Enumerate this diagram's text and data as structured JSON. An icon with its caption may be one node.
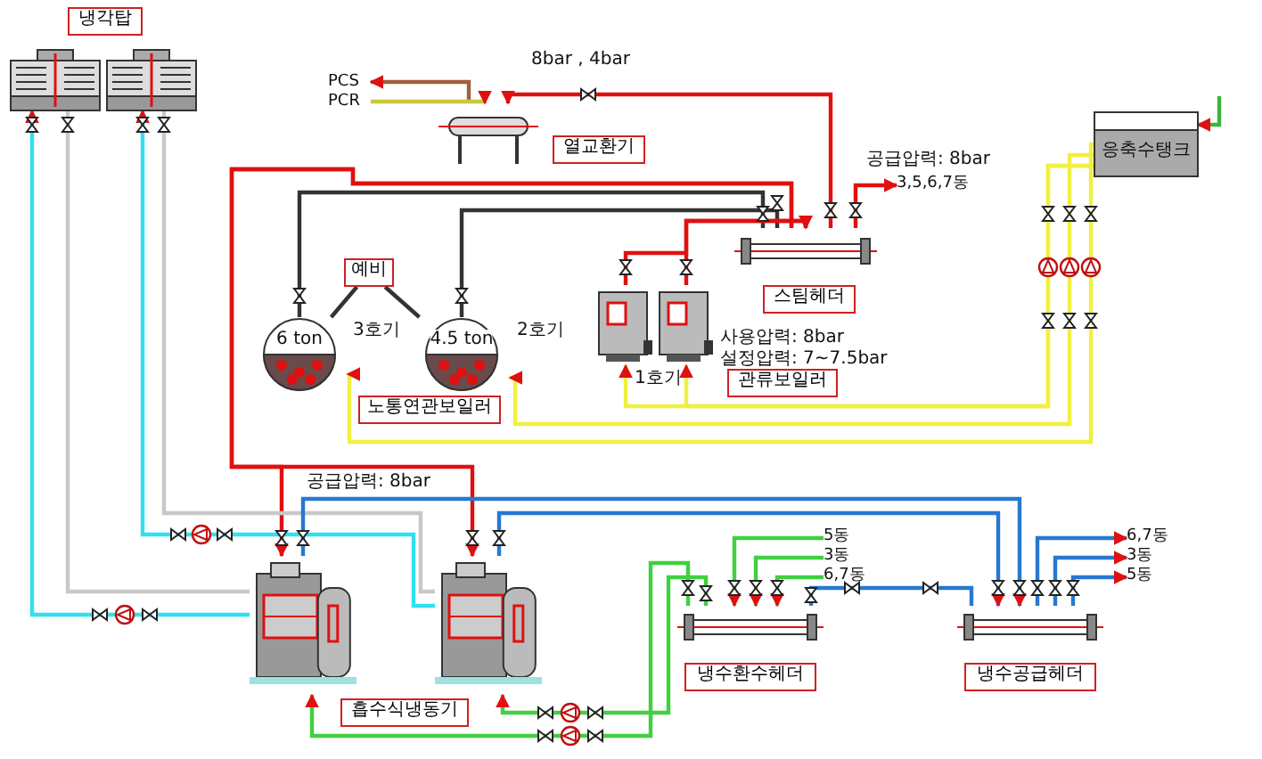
{
  "diagram": {
    "nodes": [
      {
        "text": [
          "냉각탑"
        ]
      },
      {
        "text": [],
        "shape": "picture"
      },
      {
        "text": [],
        "shape": "picture"
      },
      {
        "text": [
          "PCS"
        ]
      },
      {
        "text": [
          "PCR"
        ]
      },
      {
        "text": [],
        "shape": "picture"
      },
      {
        "text": [
          "열교환기"
        ]
      },
      {
        "text": [],
        "shape": "picture"
      },
      {
        "text": [
          "스팀헤더"
        ]
      },
      {
        "text": [
          "3,5,6,7동"
        ]
      },
      {
        "text": [
          "응축수탱크"
        ]
      },
      {
        "text": [
          "예비"
        ]
      },
      {
        "text": [
          "6 ton"
        ],
        "beside": [
          "3호기"
        ]
      },
      {
        "text": [
          "4.5 ton"
        ],
        "beside": [
          "2호기"
        ]
      },
      {
        "text": [
          "노통연관보일러"
        ]
      },
      {
        "text": [],
        "shape": "picture",
        "beside": [
          "1호기"
        ]
      },
      {
        "text": [],
        "shape": "picture"
      },
      {
        "text": [
          "관류보일러"
        ]
      },
      {
        "text": [],
        "shape": "picture"
      },
      {
        "text": [],
        "shape": "picture"
      },
      {
        "text": [
          "흡수식냉동기"
        ]
      },
      {
        "text": [],
        "shape": "picture"
      },
      {
        "text": [
          "냉수환수헤더"
        ]
      },
      {
        "text": [],
        "shape": "picture"
      },
      {
        "text": [
          "냉수공급헤더"
        ]
      },
      {
        "text": [
          "5동"
        ]
      },
      {
        "text": [
          "3동"
        ]
      },
      {
        "text": [
          "6,7동"
        ]
      },
      {
        "text": [
          "6,7동"
        ]
      },
      {
        "text": [
          "3동"
        ]
      },
      {
        "text": [
          "5동"
        ]
      }
    ],
    "edges": [
      {
        "from": 5,
        "to": 3,
        "arrow": "to",
        "color": "#a0603c"
      },
      {
        "from": 4,
        "to": 5,
        "arrow": "to",
        "color": "#c8c83c"
      },
      {
        "from": 7,
        "to": 5,
        "arrow": "to"
      },
      {
        "from": 7,
        "to": 9,
        "arrow": "to"
      },
      {
        "from": 12,
        "to": 7,
        "arrow": "none",
        "color": "#333333"
      },
      {
        "from": 13,
        "to": 7,
        "arrow": "none",
        "color": "#333333"
      },
      {
        "from": 7,
        "to": 18,
        "arrow": "to"
      },
      {
        "from": 7,
        "to": 19,
        "arrow": "to"
      },
      {
        "from": 15,
        "to": 7,
        "arrow": "to"
      },
      {
        "from": 16,
        "to": 7,
        "arrow": "to"
      },
      {
        "from": 11,
        "to": 12,
        "arrow": "none",
        "color": "#333333"
      },
      {
        "from": 11,
        "to": 13,
        "arrow": "none",
        "color": "#333333"
      },
      {
        "from": 10,
        "to": 12,
        "arrow": "to",
        "color": "#f0f040"
      },
      {
        "from": 10,
        "to": 13,
        "arrow": "to",
        "color": "#f0f040"
      },
      {
        "from": 10,
        "to": 15,
        "arrow": "to",
        "color": "#f0f040"
      },
      {
        "from": 10,
        "to": 16,
        "arrow": "to",
        "color": "#f0f040"
      },
      {
        "from": null,
        "to": 10,
        "arrow": "to",
        "color": "#3cb43c"
      },
      {
        "from": 18,
        "to": 1,
        "arrow": "to",
        "color": "#30e0f0"
      },
      {
        "from": 19,
        "to": 2,
        "arrow": "to",
        "color": "#30e0f0"
      },
      {
        "from": 1,
        "to": 18,
        "arrow": "none",
        "color": "#c8c8c8"
      },
      {
        "from": 2,
        "to": 19,
        "arrow": "none",
        "color": "#c8c8c8"
      },
      {
        "from": 18,
        "to": 23,
        "arrow": "to",
        "color": "#2878d0"
      },
      {
        "from": 19,
        "to": 23,
        "arrow": "to",
        "color": "#2878d0"
      },
      {
        "from": 23,
        "to": 28,
        "arrow": "to",
        "color": "#2878d0"
      },
      {
        "from": 23,
        "to": 29,
        "arrow": "to",
        "color": "#2878d0"
      },
      {
        "from": 23,
        "to": 30,
        "arrow": "to",
        "color": "#2878d0"
      },
      {
        "from": 25,
        "to": 21,
        "arrow": "to",
        "color": "#40d040"
      },
      {
        "from": 26,
        "to": 21,
        "arrow": "to",
        "color": "#40d040"
      },
      {
        "from": 27,
        "to": 21,
        "arrow": "to",
        "color": "#40d040"
      },
      {
        "from": 21,
        "to": 18,
        "arrow": "to",
        "color": "#40d040"
      },
      {
        "from": 21,
        "to": 19,
        "arrow": "to",
        "color": "#40d040"
      },
      {
        "from": 21,
        "to": 23,
        "arrow": "none",
        "color": "#2878d0"
      }
    ],
    "labels": [
      "8bar , 4bar",
      "공급압력: 8bar",
      "사용압력: 8bar",
      "설정압력: 7~7.5bar",
      "공급압력: 8bar"
    ]
  }
}
